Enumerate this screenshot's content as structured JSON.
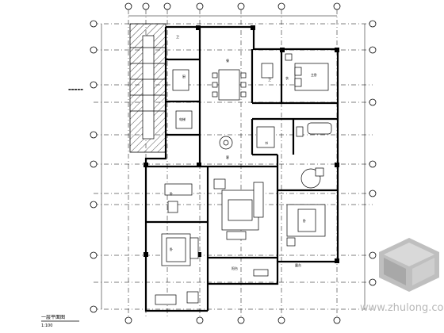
{
  "drawing": {
    "note_left": "▬▬▬▬▬",
    "title": "一层平面图",
    "scale": "1:100",
    "room_tags": [
      "卫",
      "厨",
      "餐",
      "主卧",
      "衣",
      "卫",
      "电梯",
      "书",
      "客",
      "阳台",
      "卧",
      "卧",
      "卧",
      "露台"
    ]
  },
  "watermark": {
    "text": "www.zhulong.com"
  }
}
